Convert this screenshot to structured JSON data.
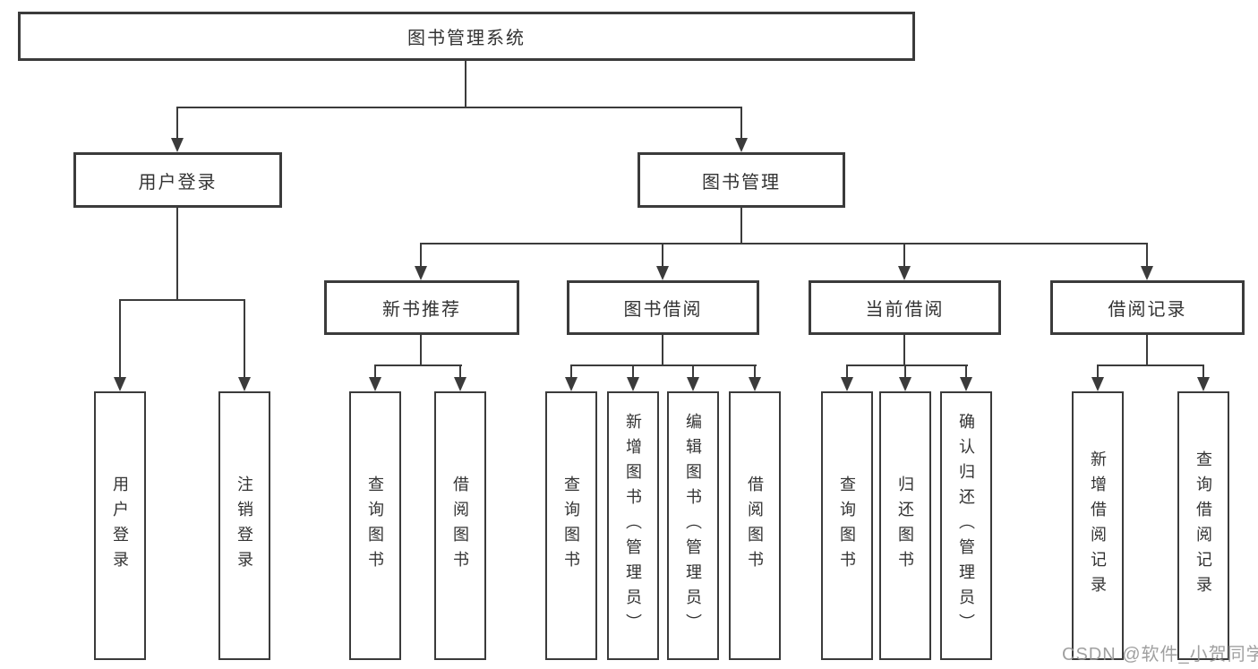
{
  "colors": {
    "line": "#3b3b3b",
    "box_border": "#3b3b3b",
    "text": "#333333",
    "watermark": "#969696",
    "background": "#ffffff"
  },
  "watermark": "CSDN @软件_小贺同学",
  "tree": {
    "root": {
      "label": "图书管理系统",
      "children": [
        {
          "label": "用户登录",
          "children": [
            {
              "label": "用户登录"
            },
            {
              "label": "注销登录"
            }
          ]
        },
        {
          "label": "图书管理",
          "children": [
            {
              "label": "新书推荐",
              "children": [
                {
                  "label": "查询图书"
                },
                {
                  "label": "借阅图书"
                }
              ]
            },
            {
              "label": "图书借阅",
              "children": [
                {
                  "label": "查询图书"
                },
                {
                  "label": "新增图书（管理员）"
                },
                {
                  "label": "编辑图书（管理员）"
                },
                {
                  "label": "借阅图书"
                }
              ]
            },
            {
              "label": "当前借阅",
              "children": [
                {
                  "label": "查询图书"
                },
                {
                  "label": "归还图书"
                },
                {
                  "label": "确认归还（管理员）"
                }
              ]
            },
            {
              "label": "借阅记录",
              "children": [
                {
                  "label": "新增借阅记录"
                },
                {
                  "label": "查询借阅记录"
                }
              ]
            }
          ]
        }
      ]
    }
  }
}
